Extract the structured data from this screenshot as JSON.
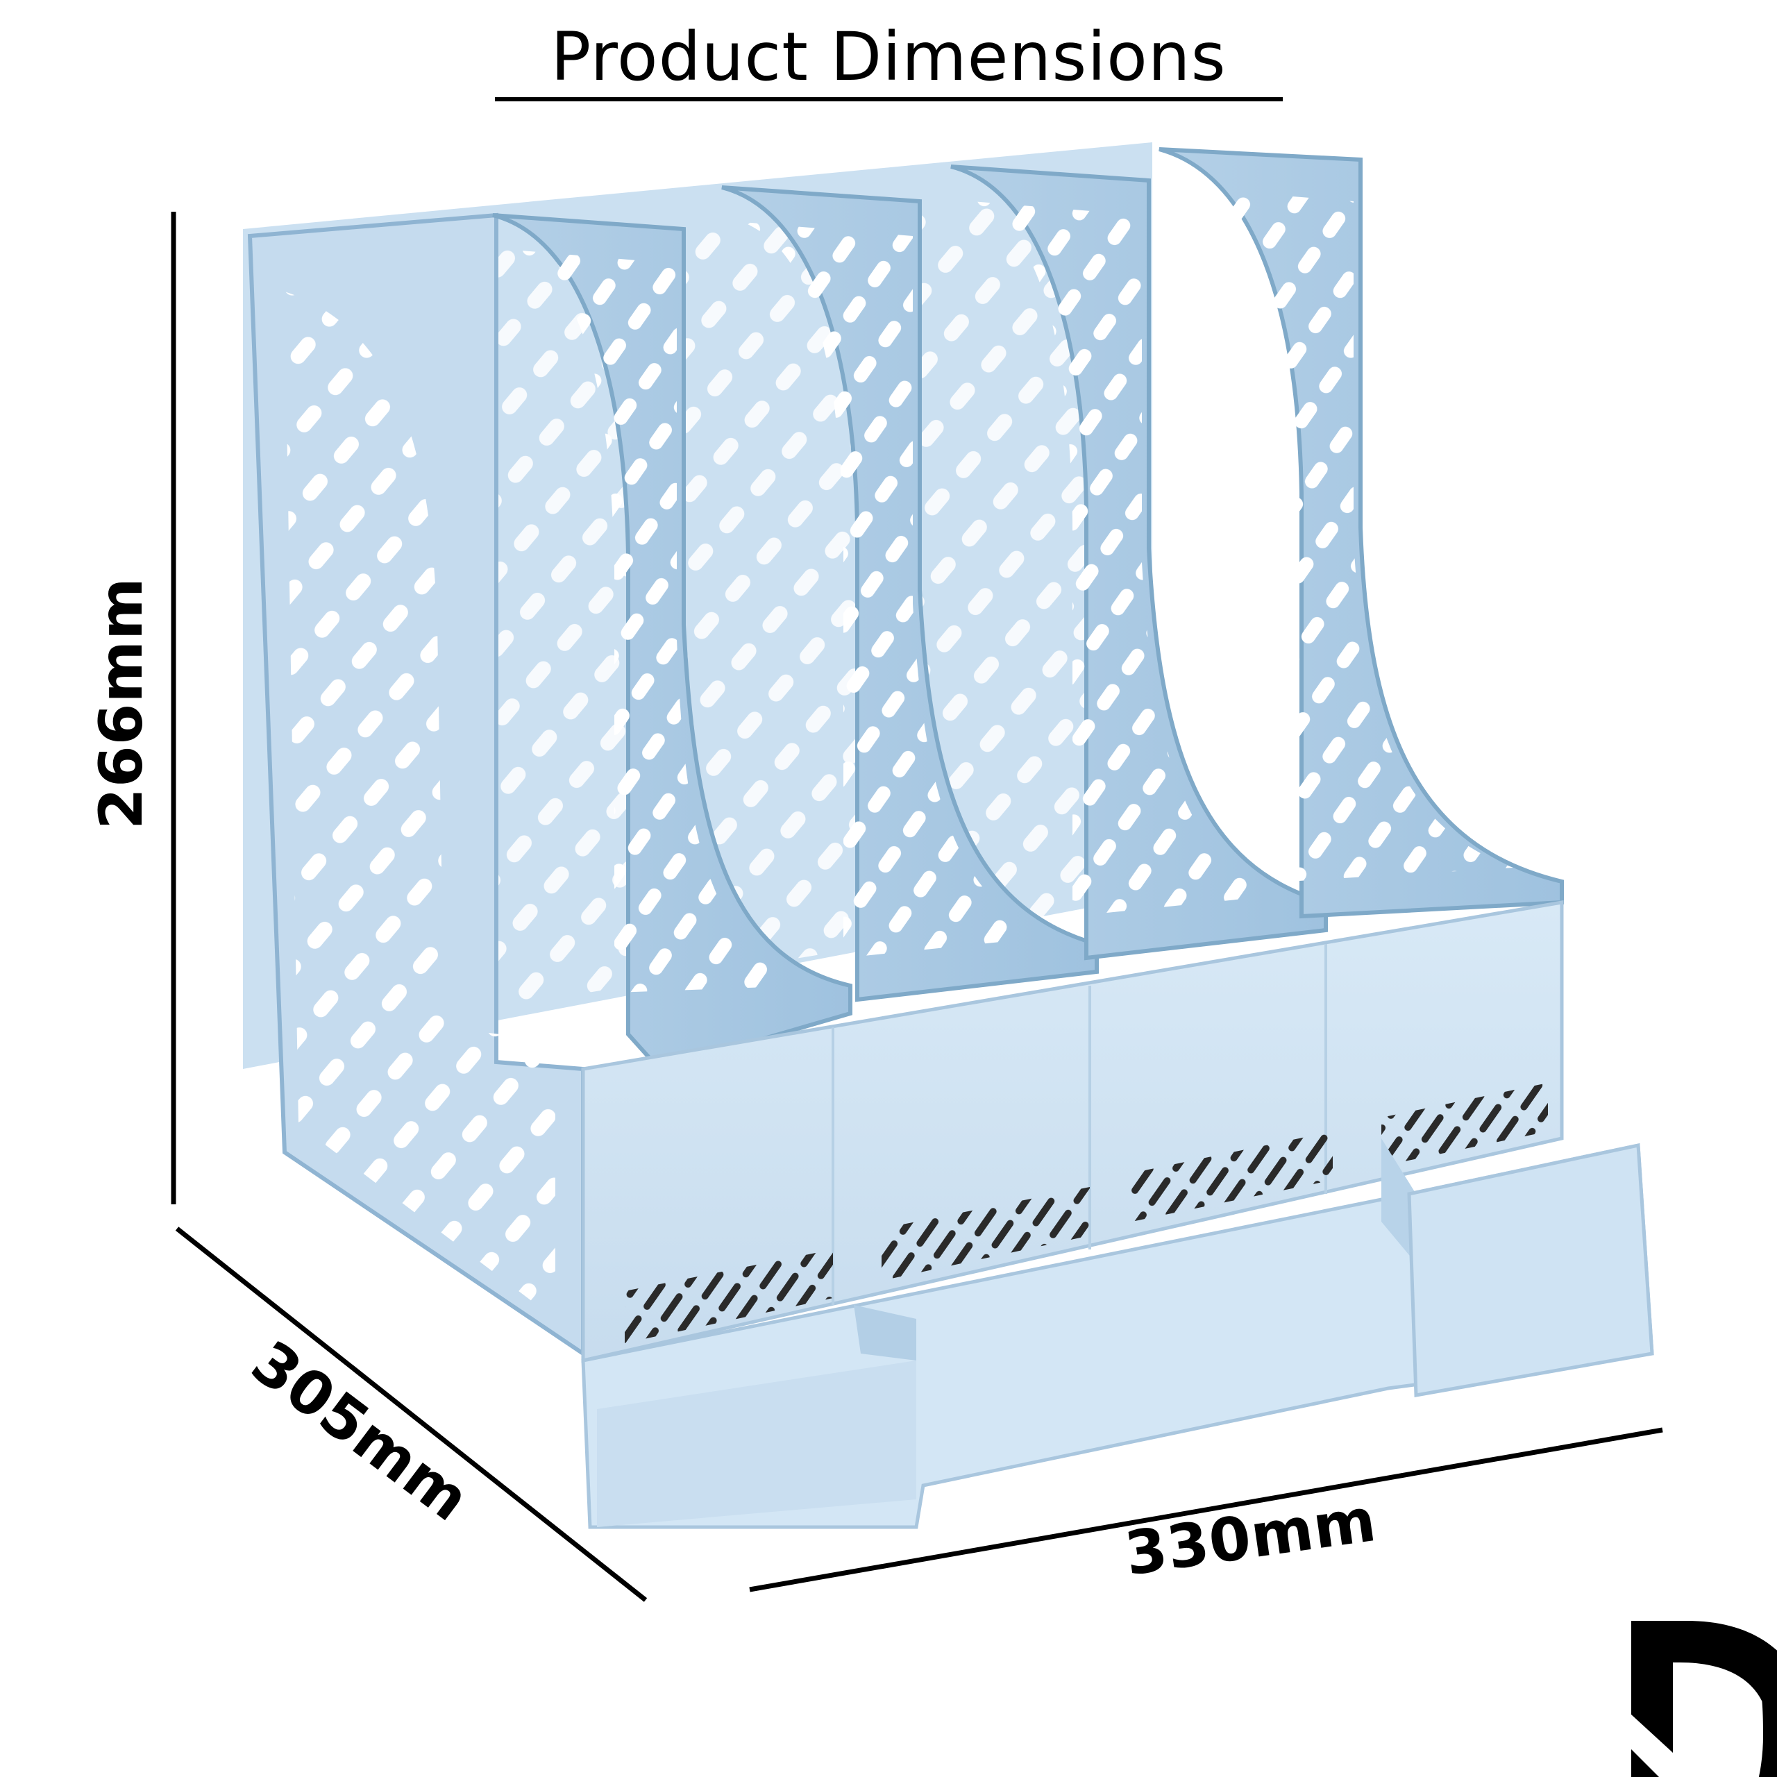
{
  "title": "Product Dimensions",
  "dimensions": {
    "height": "266mm",
    "depth": "305mm",
    "width": "330mm"
  },
  "colors": {
    "product_light": "#cfe3f3",
    "product_mid": "#b9d5ec",
    "product_shadow": "#7fa9c8",
    "hole": "#ffffff",
    "line": "#000000"
  },
  "logo": {
    "icon": "brand-d-logo-icon"
  }
}
